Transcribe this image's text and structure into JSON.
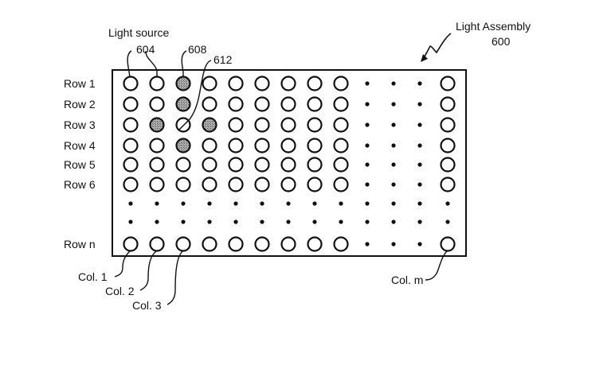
{
  "figure": {
    "assembly_label": "Light Assembly",
    "assembly_ref": "600",
    "light_source_label": "Light source",
    "refs": {
      "light_source": "604",
      "shaded": "608",
      "target": "612"
    },
    "row_labels": [
      "Row 1",
      "Row 2",
      "Row 3",
      "Row 4",
      "Row 5",
      "Row 6",
      "Row n"
    ],
    "col_labels": [
      "Col. 1",
      "Col. 2",
      "Col. 3",
      "Col. m"
    ],
    "grid": {
      "explicit_columns": 9,
      "ellipsis_columns": 3,
      "shaded_cells": [
        [
          1,
          3
        ],
        [
          2,
          3
        ],
        [
          3,
          2
        ],
        [
          3,
          4
        ],
        [
          4,
          3
        ]
      ],
      "hatched_cell": [
        3,
        3
      ]
    },
    "colors": {
      "line": "#111111",
      "shade": "#8a8a8a",
      "background": "#ffffff"
    }
  }
}
